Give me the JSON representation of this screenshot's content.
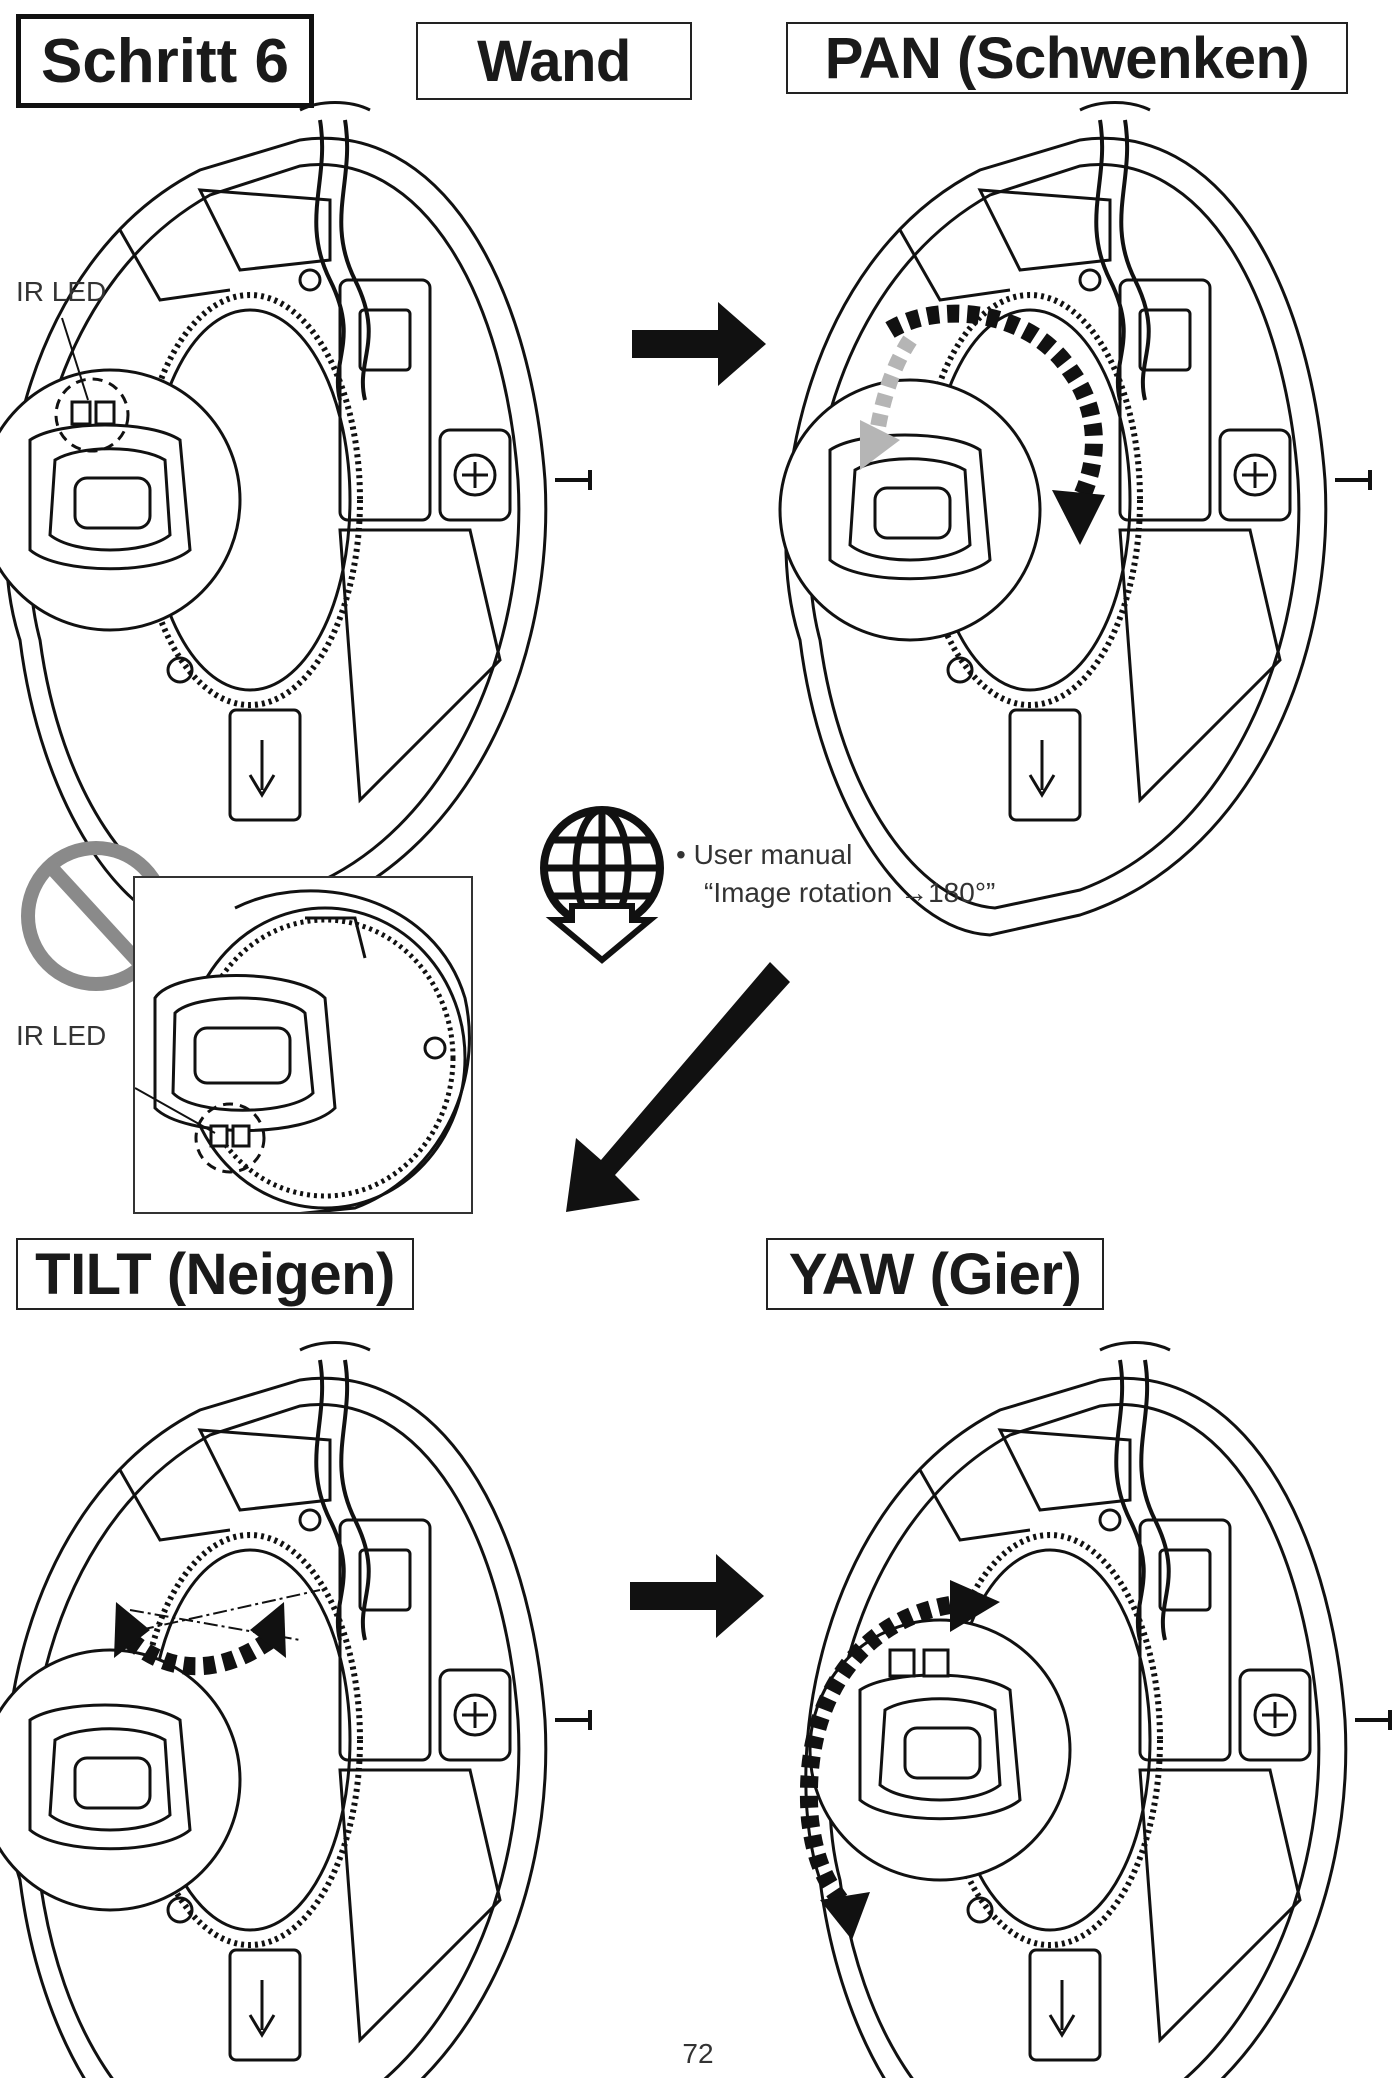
{
  "page": {
    "step_label": "Schritt 6",
    "mount_label": "Wand",
    "pan_label": "PAN (Schwenken)",
    "tilt_label": "TILT (Neigen)",
    "yaw_label": "YAW (Gier)",
    "ir_led_label_top": "IR LED",
    "ir_led_label_inset": "IR LED",
    "note_bullet": "• User manual",
    "note_text": "“Image rotation →180°”",
    "page_number": "72"
  },
  "colors": {
    "ink": "#111111",
    "prohibit": "#8a8a8a",
    "light_arrow": "#b5b5b5"
  },
  "icons": [
    "globe-download-icon",
    "prohibited-icon",
    "arrow-right-icon",
    "arrow-diagonal-icon"
  ]
}
